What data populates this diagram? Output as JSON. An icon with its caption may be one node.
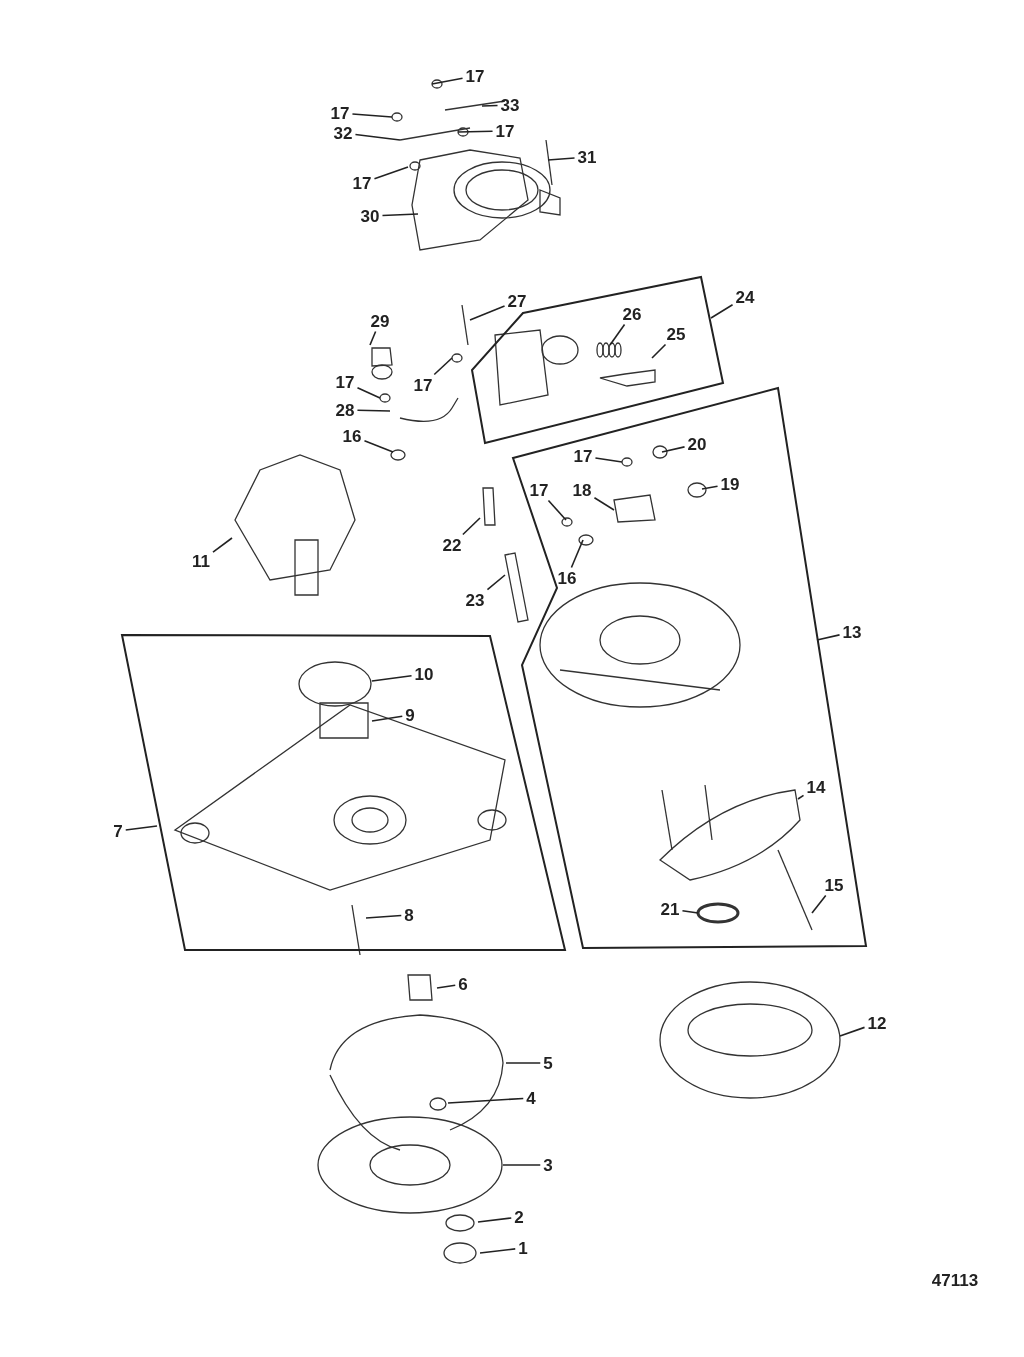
{
  "diagram": {
    "nodes": [
      {
        "text": [
          "17"
        ]
      },
      {
        "text": [
          "33"
        ]
      },
      {
        "text": [
          "17"
        ]
      },
      {
        "text": [
          "32"
        ]
      },
      {
        "text": [
          "17"
        ]
      },
      {
        "text": [
          "31"
        ]
      },
      {
        "text": [
          "17"
        ]
      },
      {
        "text": [
          "30"
        ]
      },
      {
        "text": [],
        "shape": "box"
      },
      {
        "text": [
          "24"
        ]
      },
      {
        "text": [
          "27"
        ]
      },
      {
        "text": [
          "26"
        ],
        "in": 8
      },
      {
        "text": [
          "25"
        ],
        "in": 8
      },
      {
        "text": [
          "29"
        ]
      },
      {
        "text": [
          "17"
        ]
      },
      {
        "text": [
          "17"
        ]
      },
      {
        "text": [
          "28"
        ]
      },
      {
        "text": [
          "16"
        ]
      },
      {
        "text": [
          "11"
        ]
      },
      {
        "text": [],
        "shape": "box"
      },
      {
        "text": [
          "20"
        ],
        "in": 19
      },
      {
        "text": [
          "17"
        ],
        "in": 19
      },
      {
        "text": [
          "19"
        ],
        "in": 19
      },
      {
        "text": [
          "17"
        ],
        "in": 19
      },
      {
        "text": [
          "18"
        ],
        "in": 19
      },
      {
        "text": [
          "16"
        ],
        "in": 19
      },
      {
        "text": [
          "22"
        ]
      },
      {
        "text": [
          "23"
        ]
      },
      {
        "text": [
          "13"
        ]
      },
      {
        "text": [],
        "shape": "box"
      },
      {
        "text": [
          "7"
        ]
      },
      {
        "text": [
          "10"
        ],
        "in": 29
      },
      {
        "text": [
          "9"
        ],
        "in": 29
      },
      {
        "text": [
          "14"
        ],
        "in": 19
      },
      {
        "text": [
          "15"
        ],
        "in": 19
      },
      {
        "text": [
          "21"
        ],
        "in": 19
      },
      {
        "text": [
          "8"
        ],
        "in": 29
      },
      {
        "text": [
          "6"
        ]
      },
      {
        "text": [
          "5"
        ]
      },
      {
        "text": [
          "4"
        ]
      },
      {
        "text": [
          "12"
        ]
      },
      {
        "text": [
          "3"
        ]
      },
      {
        "text": [
          "2"
        ]
      },
      {
        "text": [
          "1"
        ]
      }
    ],
    "edges": [
      {
        "from": 0,
        "to": null,
        "arrow": "none"
      },
      {
        "from": 1,
        "to": null,
        "arrow": "none"
      },
      {
        "from": 2,
        "to": null,
        "arrow": "none"
      },
      {
        "from": 3,
        "to": null,
        "arrow": "none"
      },
      {
        "from": 4,
        "to": null,
        "arrow": "none"
      },
      {
        "from": 5,
        "to": null,
        "arrow": "none"
      },
      {
        "from": 6,
        "to": null,
        "arrow": "none"
      },
      {
        "from": 7,
        "to": null,
        "arrow": "none"
      },
      {
        "from": 9,
        "to": 8,
        "arrow": "none"
      },
      {
        "from": 10,
        "to": null,
        "arrow": "none"
      },
      {
        "from": 11,
        "to": null,
        "arrow": "none"
      },
      {
        "from": 12,
        "to": null,
        "arrow": "none"
      },
      {
        "from": 13,
        "to": null,
        "arrow": "none"
      },
      {
        "from": 14,
        "to": null,
        "arrow": "none"
      },
      {
        "from": 15,
        "to": null,
        "arrow": "none"
      },
      {
        "from": 16,
        "to": null,
        "arrow": "none"
      },
      {
        "from": 17,
        "to": null,
        "arrow": "none"
      },
      {
        "from": 18,
        "to": null,
        "arrow": "none"
      },
      {
        "from": 20,
        "to": null,
        "arrow": "none"
      },
      {
        "from": 21,
        "to": null,
        "arrow": "none"
      },
      {
        "from": 22,
        "to": null,
        "arrow": "none"
      },
      {
        "from": 23,
        "to": null,
        "arrow": "none"
      },
      {
        "from": 24,
        "to": null,
        "arrow": "none"
      },
      {
        "from": 25,
        "to": null,
        "arrow": "none"
      },
      {
        "from": 26,
        "to": null,
        "arrow": "none"
      },
      {
        "from": 27,
        "to": null,
        "arrow": "none"
      },
      {
        "from": 28,
        "to": 19,
        "arrow": "none"
      },
      {
        "from": 30,
        "to": 29,
        "arrow": "none"
      },
      {
        "from": 31,
        "to": null,
        "arrow": "none"
      },
      {
        "from": 32,
        "to": null,
        "arrow": "none"
      },
      {
        "from": 33,
        "to": null,
        "arrow": "none"
      },
      {
        "from": 34,
        "to": null,
        "arrow": "none"
      },
      {
        "from": 35,
        "to": null,
        "arrow": "none"
      },
      {
        "from": 36,
        "to": null,
        "arrow": "none"
      },
      {
        "from": 37,
        "to": null,
        "arrow": "none"
      },
      {
        "from": 38,
        "to": null,
        "arrow": "none"
      },
      {
        "from": 39,
        "to": null,
        "arrow": "none"
      },
      {
        "from": 40,
        "to": null,
        "arrow": "none"
      },
      {
        "from": 41,
        "to": null,
        "arrow": "none"
      },
      {
        "from": 42,
        "to": null,
        "arrow": "none"
      },
      {
        "from": 43,
        "to": null,
        "arrow": "none"
      }
    ],
    "labels": [
      "47113"
    ]
  }
}
